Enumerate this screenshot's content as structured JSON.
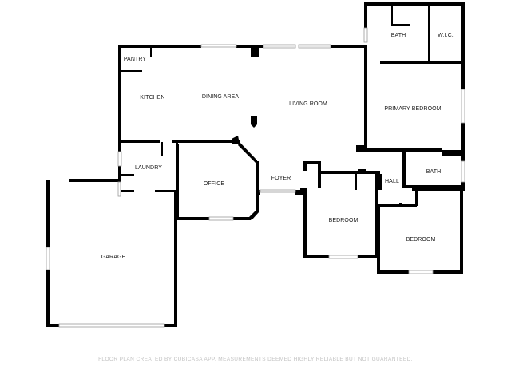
{
  "colors": {
    "wall": "#000000",
    "background": "#ffffff",
    "label": "#1a1a1a",
    "footer": "#c2c2c2",
    "window": "#9a9a9a"
  },
  "rooms": {
    "pantry": "PANTRY",
    "kitchen": "KITCHEN",
    "dining_area": "DINING AREA",
    "living_room": "LIVING ROOM",
    "bath_top": "BATH",
    "wic": "W.I.C.",
    "primary_bedroom": "PRIMARY BEDROOM",
    "laundry": "LAUNDRY",
    "office": "OFFICE",
    "foyer": "FOYER",
    "hall": "HALL",
    "bath_mid": "BATH",
    "bedroom_left": "BEDROOM",
    "bedroom_right": "BEDROOM",
    "garage": "GARAGE"
  },
  "footer": "FLOOR PLAN CREATED BY CUBICASA APP. MEASUREMENTS DEEMED HIGHLY RELIABLE BUT NOT GUARANTEED."
}
